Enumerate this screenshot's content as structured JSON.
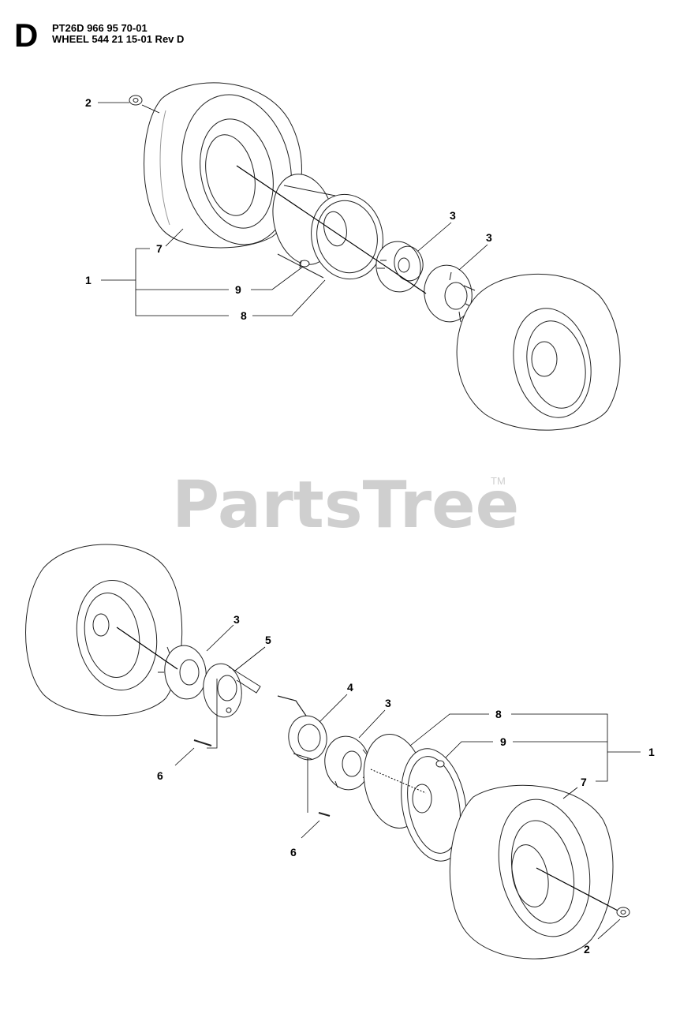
{
  "header": {
    "section_letter": "D",
    "model_line": "PT26D 966 95 70-01",
    "assembly_line": "WHEEL 544 21 15-01 Rev D"
  },
  "watermark": {
    "text": "PartsTree",
    "tm": "TM"
  },
  "callouts": {
    "top_1": "1",
    "top_2": "2",
    "top_3a": "3",
    "top_3b": "3",
    "top_7": "7",
    "top_8": "8",
    "top_9": "9",
    "bot_1": "1",
    "bot_2": "2",
    "bot_3a": "3",
    "bot_3b": "3",
    "bot_4": "4",
    "bot_5": "5",
    "bot_6a": "6",
    "bot_6b": "6",
    "bot_7": "7",
    "bot_8": "8",
    "bot_9": "9"
  }
}
